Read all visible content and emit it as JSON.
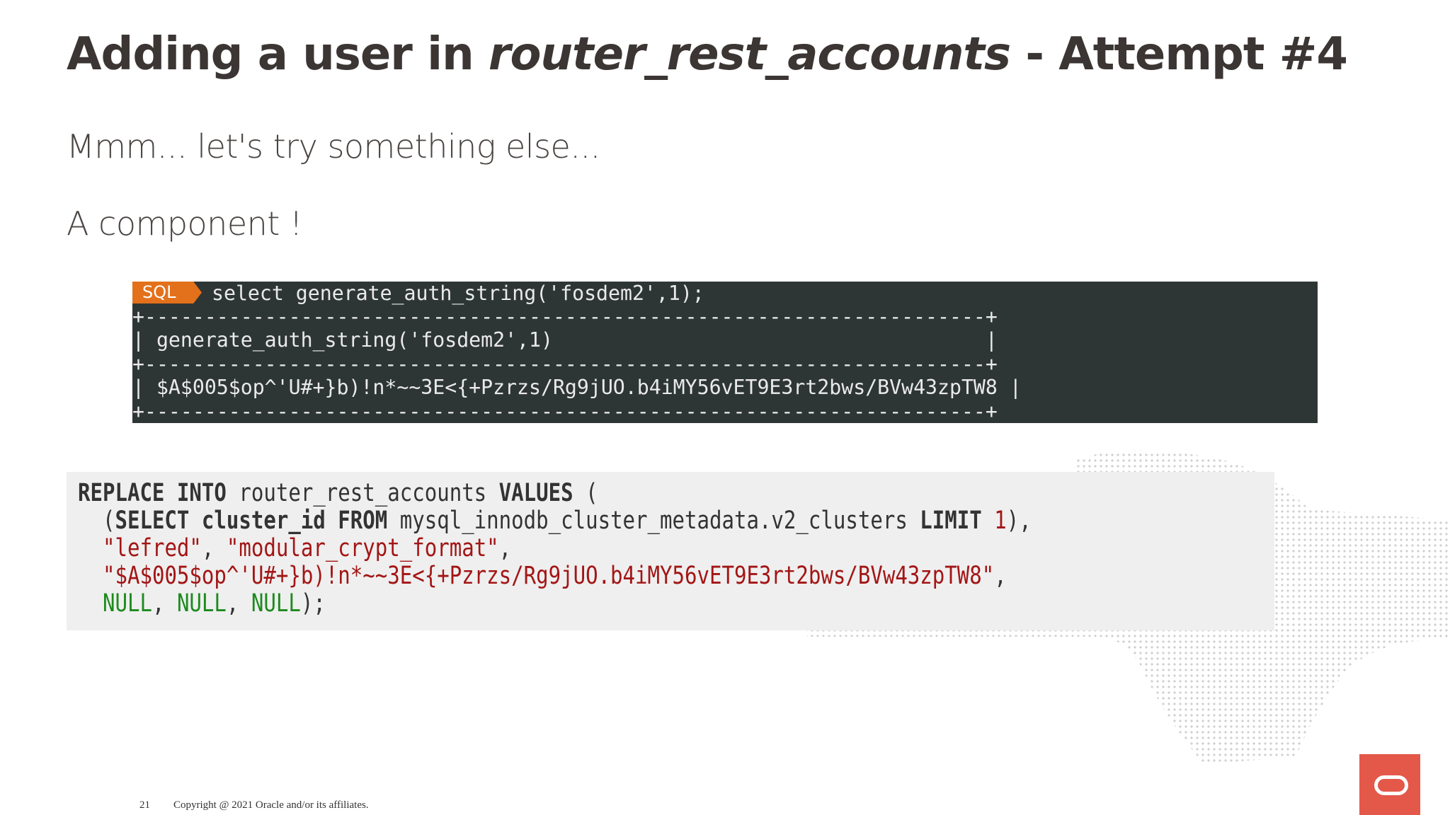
{
  "slide": {
    "title_pre": "Adding a user in ",
    "title_italic": "router_rest_accounts",
    "title_post": " - Attempt #4",
    "line1": "Mmm... let's try something else...",
    "line2": "A component !"
  },
  "terminal": {
    "badge": "SQL",
    "command": "select generate_auth_string('fosdem2',1);",
    "sep": "+----------------------------------------------------------------------+",
    "header_row": "| generate_auth_string('fosdem2',1)                                    |",
    "value_row": "| $A$005$op^'U#+}b)!n*~~3E<{+Pzrzs/Rg9jUO.b4iMY56vET9E3rt2bws/BVw43zpTW8 |"
  },
  "code": {
    "l1_kw1": "REPLACE INTO",
    "l1_ident": " router_rest_accounts ",
    "l1_kw2": "VALUES",
    "l1_tail": " (",
    "l2_open": "  (",
    "l2_kw1": "SELECT cluster_id FROM",
    "l2_ident": " mysql_innodb_cluster_metadata.v2_clusters ",
    "l2_kw2": "LIMIT",
    "l2_num": " 1",
    "l2_tail": "),",
    "l3_pre": "  ",
    "l3_s1": "\"lefred\"",
    "l3_mid": ", ",
    "l3_s2": "\"modular_crypt_format\"",
    "l3_tail": ",",
    "l4_pre": "  ",
    "l4_s": "\"$A$005$op^'U#+}b)!n*~~3E<{+Pzrzs/Rg9jUO.b4iMY56vET9E3rt2bws/BVw43zpTW8\"",
    "l4_tail": ",",
    "l5_pre": "  ",
    "l5_n1": "NULL",
    "l5_sep1": ", ",
    "l5_n2": "NULL",
    "l5_sep2": ", ",
    "l5_n3": "NULL",
    "l5_tail": ");"
  },
  "footer": {
    "page": "21",
    "copyright": "Copyright @ 2021 Oracle and/or its affiliates."
  },
  "colors": {
    "title": "#3b3533",
    "terminal_bg": "#2e3535",
    "badge": "#e3701a",
    "string": "#a31515",
    "null": "#1d8a1d",
    "code_bg": "#efefef",
    "logo": "#e4584a"
  }
}
